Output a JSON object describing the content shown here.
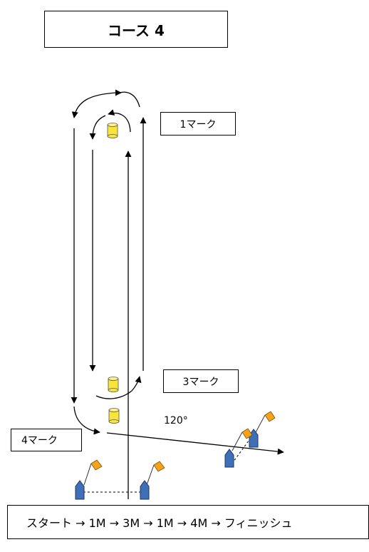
{
  "title": "コース 4",
  "marks": {
    "mark1": "1マーク",
    "mark3": "3マーク",
    "mark4": "4マーク"
  },
  "angle_label": "120°",
  "course_sequence": "スタート → 1M → 3M → 1M → 4M →  フィニッシュ",
  "colors": {
    "buoy": "#f7e53b",
    "boat": "#3f6fb7",
    "flag": "#f7a21b",
    "line": "#000000"
  }
}
